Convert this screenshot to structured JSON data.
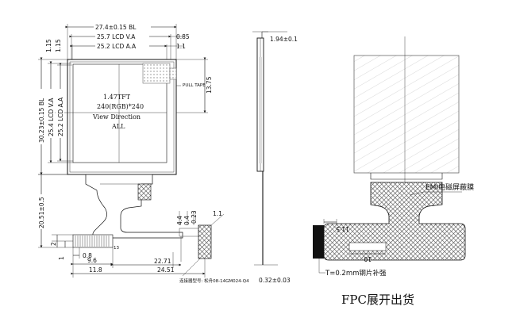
{
  "top_dims": {
    "bl_width": "27.4±0.15 BL",
    "lcd_va_width": "25.7 LCD V.A",
    "lcd_aa_width": "25.2 LCD A.A",
    "right_085": "0.85",
    "right_11": "1.1"
  },
  "left_dims": {
    "d115a": "1.15",
    "d115b": "1.15",
    "bl_height": "30.23±0.15 BL",
    "lcd_va_height": "25.4 LCD V.A",
    "lcd_aa_height": "25.2 LCD A.A",
    "fpc_height": "20.51±0.5",
    "d2": "2",
    "d1": "1"
  },
  "right_side": {
    "h1375": "13.75",
    "pull_tape": "PULL TAPE"
  },
  "screen_text": {
    "line1": "1.47TFT",
    "line2": "240(RGB)*240",
    "line3": "View Direction",
    "line4": "ALL"
  },
  "connector_dims": {
    "d44": "4.4",
    "d04": "0.4",
    "d023": "0.23",
    "d11": "1.1",
    "pin13": "13",
    "d08": "0.8",
    "d96": "9.6",
    "d118": "11.8",
    "d2271": "22.71",
    "d2451": "24.51",
    "connector_model": "连接器型号: 松舟08-14GM024-Q4"
  },
  "side_view": {
    "thickness": "1.94±0.1",
    "fpc_thickness": "0.32±0.03"
  },
  "fpc_view": {
    "emi_label": "EMI电磁屏蔽膜",
    "d115": "11.5",
    "d10": "10",
    "stiffener_label": "T=0.2mm钢片补强"
  },
  "caption": "FPC展开出货",
  "colors": {
    "ink": "#111111",
    "hatch": "#444444",
    "screen_hatch": "#c8c8c8"
  }
}
